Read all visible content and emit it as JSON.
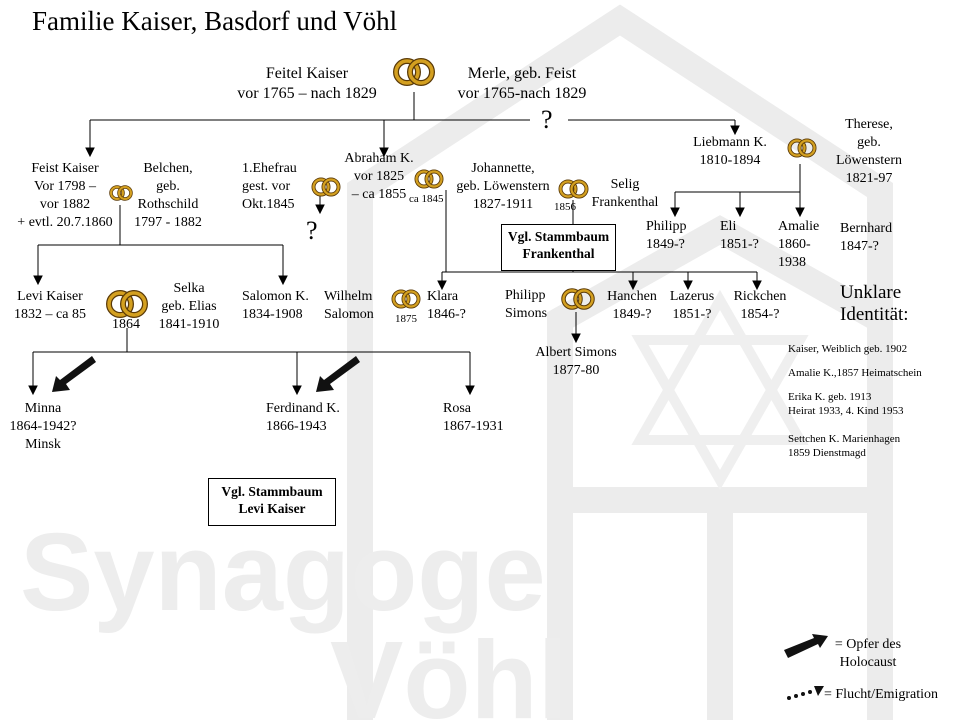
{
  "title": "Familie Kaiser, Basdorf und Vöhl",
  "watermark": {
    "line1": "Synagoge",
    "line2": "Vöhl"
  },
  "persons": {
    "feitel": {
      "name": "Feitel Kaiser",
      "dates": "vor 1765 – nach 1829"
    },
    "merle": {
      "name": "Merle, geb. Feist",
      "dates": "vor 1765-nach 1829"
    },
    "feist": {
      "l1": "Feist Kaiser",
      "l2": "Vor 1798 –",
      "l3": "vor 1882",
      "l4": "+ evtl. 20.7.1860"
    },
    "belchen": {
      "l1": "Belchen,",
      "l2": "geb.",
      "l3": "Rothschild",
      "l4": "1797 - 1882"
    },
    "ehefrau": {
      "l1": "1.Ehefrau",
      "l2": "gest. vor",
      "l3": "Okt.1845"
    },
    "abraham": {
      "l1": "Abraham K.",
      "l2": "vor 1825",
      "l3": "– ca 1855",
      "marriage": "ca 1845"
    },
    "johannette": {
      "l1": "Johannette,",
      "l2": "geb. Löwenstern",
      "l3": "1827-1911",
      "marriage": "1856"
    },
    "selig": {
      "l1": "Selig",
      "l2": "Frankenthal"
    },
    "liebmann": {
      "l1": "Liebmann K.",
      "l2": "1810-1894"
    },
    "therese": {
      "l1": "Therese,",
      "l2": "geb.",
      "l3": "Löwenstern",
      "l4": "1821-97"
    },
    "philipp1": {
      "l1": "Philipp",
      "l2": "1849-?"
    },
    "eli": {
      "l1": "Eli",
      "l2": "1851-?"
    },
    "amalie": {
      "l1": "Amalie",
      "l2": "1860-",
      "l3": "1938"
    },
    "bernhard": {
      "l1": "Bernhard",
      "l2": "1847-?"
    },
    "levi": {
      "l1": "Levi Kaiser",
      "l2": "1832 – ca 85",
      "marriage": "1864"
    },
    "selka": {
      "l1": "Selka",
      "l2": "geb. Elias",
      "l3": "1841-1910"
    },
    "salomon": {
      "l1": "Salomon K.",
      "l2": "1834-1908"
    },
    "wilhelm": {
      "l1": "Wilhelm",
      "l2": "Salomon",
      "marriage": "1875"
    },
    "klara": {
      "l1": "Klara",
      "l2": "1846-?"
    },
    "philipp_simons": {
      "l1": "Philipp",
      "l2": "Simons"
    },
    "hanchen": {
      "l1": "Hanchen",
      "l2": "1849-?"
    },
    "lazerus": {
      "l1": "Lazerus",
      "l2": "1851-?"
    },
    "rickchen": {
      "l1": "Rickchen",
      "l2": "1854-?"
    },
    "albert": {
      "l1": "Albert Simons",
      "l2": "1877-80"
    },
    "minna": {
      "l1": "Minna",
      "l2": "1864-1942?",
      "l3": "Minsk"
    },
    "ferdinand": {
      "l1": "Ferdinand K.",
      "l2": "1866-1943"
    },
    "rosa": {
      "l1": "Rosa",
      "l2": "1867-1931"
    }
  },
  "question_mark": "?",
  "boxes": {
    "frankenthal": {
      "l1": "Vgl. Stammbaum",
      "l2": "Frankenthal"
    },
    "levi": {
      "l1": "Vgl. Stammbaum",
      "l2": "Levi Kaiser"
    }
  },
  "unclear": {
    "heading_l1": "Unklare",
    "heading_l2": "Identität:",
    "items": [
      {
        "l1": "Kaiser, Weiblich geb. 1902",
        "l2": ""
      },
      {
        "l1": "Amalie K.,1857 Heimatschein",
        "l2": ""
      },
      {
        "l1": "Erika K. geb. 1913",
        "l2": "Heirat 1933, 4. Kind 1953"
      },
      {
        "l1": "Settchen K. Marienhagen",
        "l2": "1859 Dienstmagd"
      }
    ]
  },
  "legend": {
    "victim_l1": "= Opfer des",
    "victim_l2": "Holocaust",
    "flight": "= Flucht/Emigration"
  },
  "colors": {
    "ring_gold": "#d4a020",
    "ring_dark": "#5a3a08",
    "watermark": "#ececec",
    "line": "#000000"
  }
}
